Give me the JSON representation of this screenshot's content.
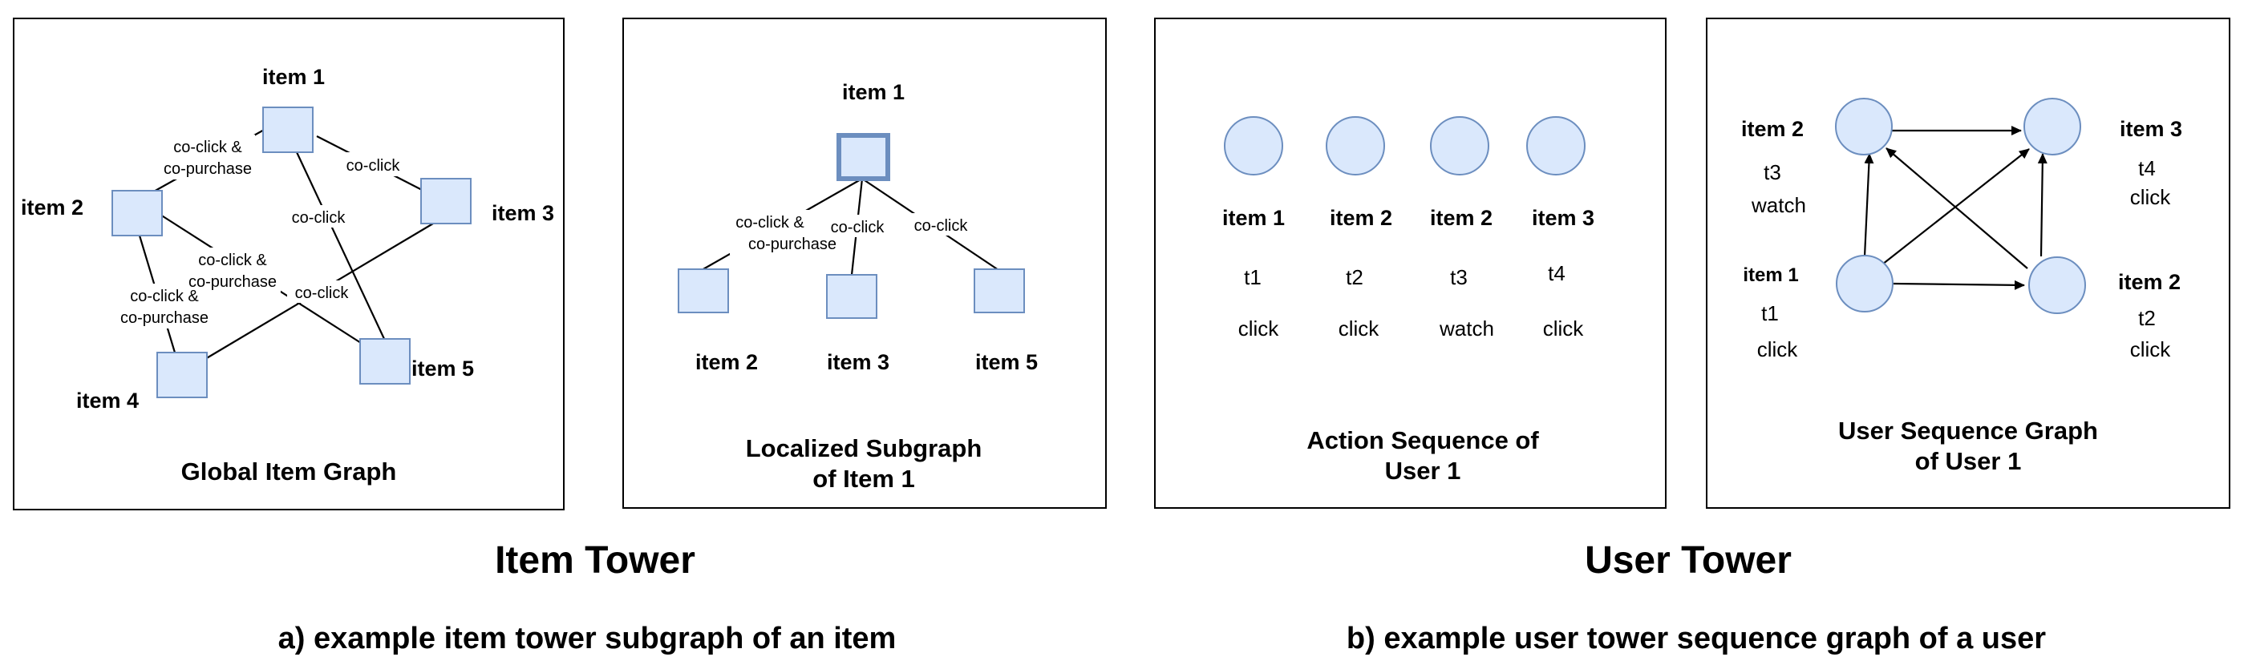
{
  "panel_a1": {
    "item1": "item 1",
    "item2": "item 2",
    "item3": "item 3",
    "item4": "item 4",
    "item5": "item 5",
    "edge_1_2_line1": "co-click &",
    "edge_1_2_line2": "co-purchase",
    "edge_1_3": "co-click",
    "edge_1_5": "co-click",
    "edge_2_5_line1": "co-click &",
    "edge_2_5_line2": "co-purchase",
    "edge_2_4_line1": "co-click &",
    "edge_2_4_line2": "co-purchase",
    "edge_3_4": "co-click",
    "caption": "Global Item Graph"
  },
  "panel_a2": {
    "item1": "item 1",
    "item2": "item 2",
    "item3": "item 3",
    "item5": "item 5",
    "edge_1_2_line1": "co-click &",
    "edge_1_2_line2": "co-purchase",
    "edge_1_3": "co-click",
    "edge_1_5": "co-click",
    "caption_line1": "Localized Subgraph",
    "caption_line2": "of Item 1"
  },
  "panel_b1": {
    "actions": [
      {
        "item": "item 1",
        "time": "t1",
        "action": "click"
      },
      {
        "item": "item 2",
        "time": "t2",
        "action": "click"
      },
      {
        "item": "item 2",
        "time": "t3",
        "action": "watch"
      },
      {
        "item": "item 3",
        "time": "t4",
        "action": "click"
      }
    ],
    "caption_line1": "Action Sequence of",
    "caption_line2": "User 1"
  },
  "panel_b2": {
    "node_tl": {
      "item": "item 2",
      "time": "t3",
      "action": "watch"
    },
    "node_tr": {
      "item": "item 3",
      "time": "t4",
      "action": "click"
    },
    "node_bl": {
      "item": "item 1",
      "time": "t1",
      "action": "click"
    },
    "node_br": {
      "item": "item 2",
      "time": "t2",
      "action": "click"
    },
    "caption_line1": "User Sequence Graph",
    "caption_line2": "of User 1"
  },
  "towers": {
    "item": "Item Tower",
    "user": "User Tower"
  },
  "subcaptions": {
    "a": "a) example item tower subgraph of an item",
    "b": "b) example user tower sequence graph of a user"
  }
}
